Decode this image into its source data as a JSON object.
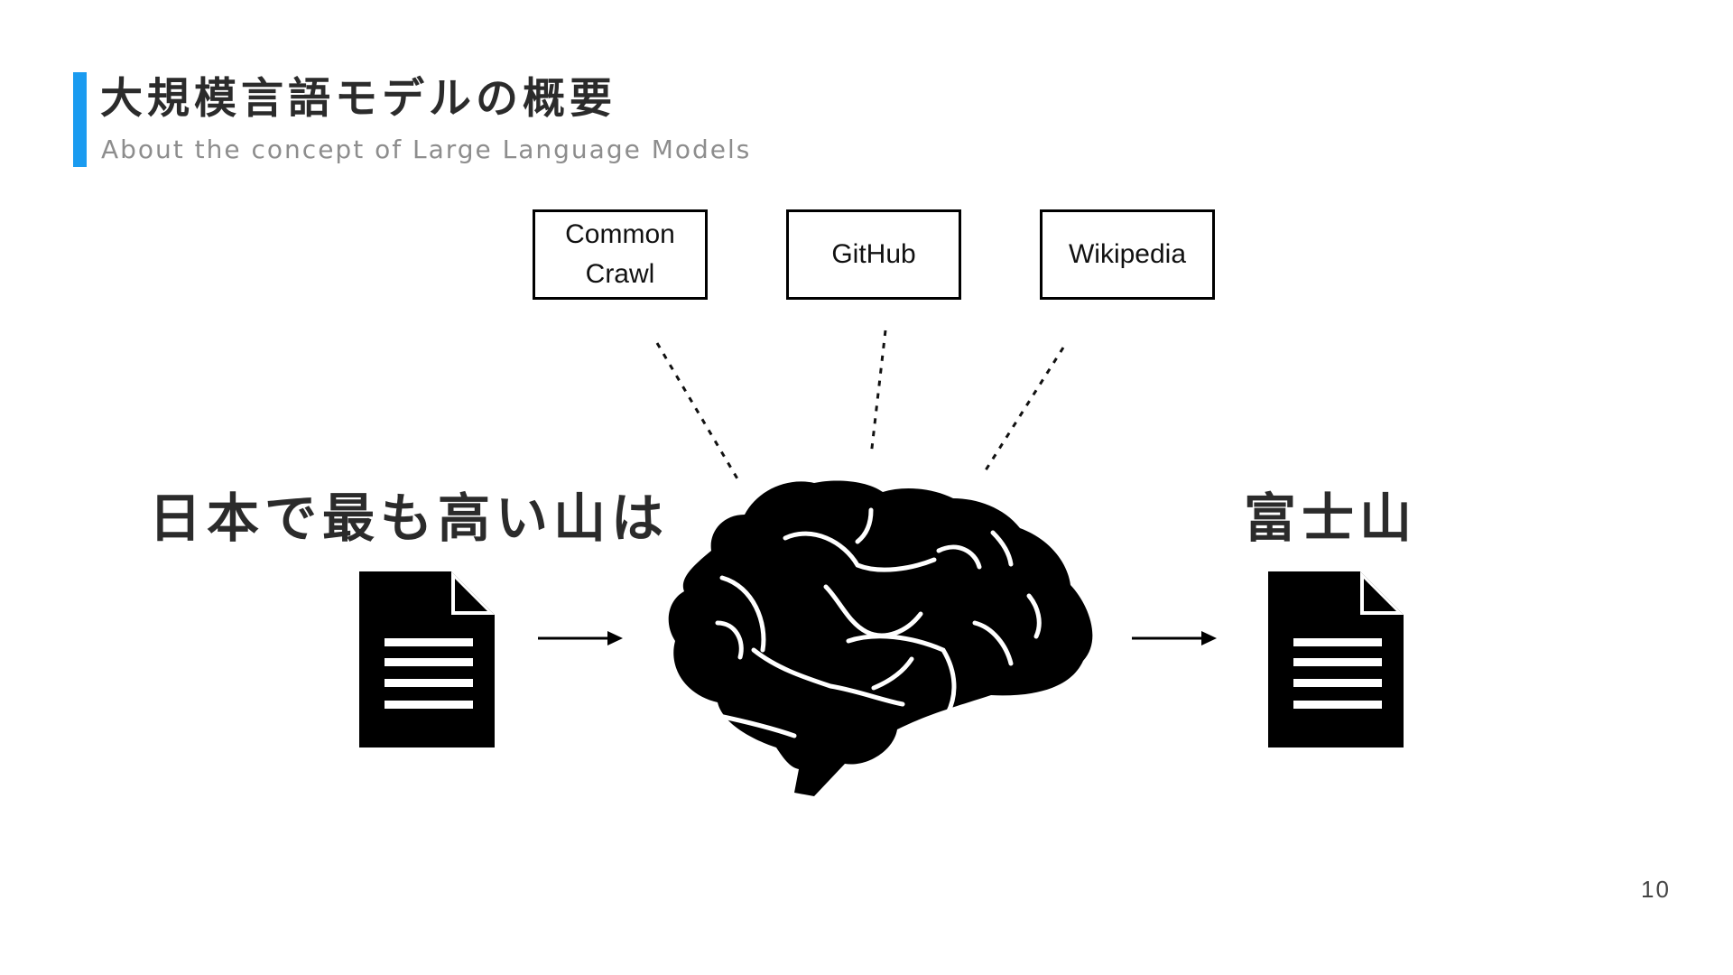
{
  "slide": {
    "title": "大規模言語モデルの概要",
    "subtitle": "About the concept of Large Language Models",
    "page_number": "10",
    "accent_color": "#1a9bf0"
  },
  "sources": [
    {
      "line1": "Common",
      "line2": "Crawl"
    },
    {
      "line1": "GitHub",
      "line2": ""
    },
    {
      "line1": "Wikipedia",
      "line2": ""
    }
  ],
  "input": {
    "text": "日本で最も高い山は",
    "icon": "document-icon"
  },
  "model": {
    "icon": "brain-icon"
  },
  "output": {
    "text": "富士山",
    "icon": "document-icon"
  }
}
